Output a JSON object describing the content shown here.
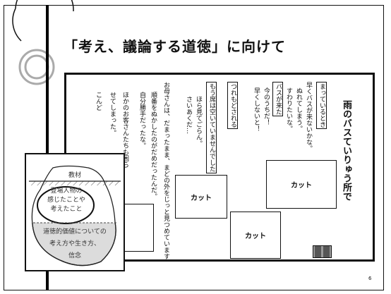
{
  "slide": {
    "title": "「考え、議論する道徳」に向けて",
    "page_number": "6"
  },
  "panel": {
    "story_title": "雨のバスていりゅう所で",
    "lines": [
      {
        "text": "まっているとき",
        "boxed": true
      },
      {
        "text": "早くバスが来ないかな。",
        "boxed": false
      },
      {
        "text": "ぬれてしまう。",
        "boxed": false
      },
      {
        "text": "すわりたいな。",
        "boxed": false
      },
      {
        "text": "バスが来た",
        "boxed": true
      },
      {
        "text": "今のうちだ！",
        "boxed": false
      },
      {
        "text": "早くしないと！",
        "boxed": false
      },
      {
        "text": "つれもどされる",
        "boxed": true
      },
      {
        "text": "ほら見てごらん。",
        "boxed": false
      },
      {
        "text": "さいあくだ…",
        "boxed": false
      },
      {
        "text": "もう席は空いていませんでした",
        "boxed": true
      },
      {
        "text": "お母さんは、だまったまま、まどの外をじっと見つめています。",
        "boxed": false
      },
      {
        "text": "順番をぬかしたのがだめだったんだ。",
        "boxed": false
      },
      {
        "text": "自分勝手だったな。",
        "boxed": false
      },
      {
        "text": "ほかのお客さんたちも困ら",
        "boxed": false
      },
      {
        "text": "せてしまった。",
        "boxed": false
      },
      {
        "text": "こんど",
        "boxed": false
      }
    ],
    "cut_label": "カット"
  },
  "diagram": {
    "top_label": "教材",
    "oval_text": [
      "登場人物の",
      "感じたことや",
      "考えたこと"
    ],
    "bottom_text": [
      "道徳的価値についての",
      "考え方や生き方、",
      "信念"
    ]
  }
}
